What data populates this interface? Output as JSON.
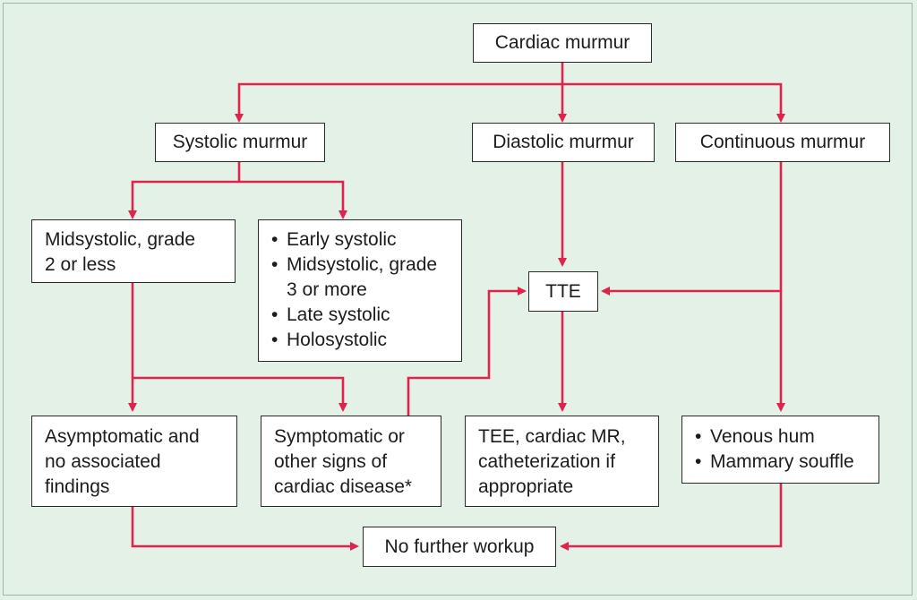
{
  "diagram": {
    "root": "Cardiac murmur",
    "systolic": "Systolic murmur",
    "diastolic": "Diastolic murmur",
    "continuous": "Continuous murmur",
    "midsystolic_low": [
      "Midsystolic, grade",
      "2 or less"
    ],
    "systolic_other": [
      "Early systolic",
      "Midsystolic, grade",
      "3 or more",
      "Late systolic",
      "Holosystolic"
    ],
    "tte": "TTE",
    "asymptomatic": [
      "Asymptomatic and",
      "no associated",
      "findings"
    ],
    "symptomatic": [
      "Symptomatic or",
      "other signs of",
      "cardiac disease*"
    ],
    "advanced": [
      "TEE, cardiac MR,",
      "catheterization if",
      "appropriate"
    ],
    "continuous_causes": [
      "Venous hum",
      "Mammary souffle"
    ],
    "no_workup": "No further workup"
  },
  "colors": {
    "connector": "#e0234c",
    "background": "#e4f1e7",
    "box_border": "#2b2b2b"
  }
}
